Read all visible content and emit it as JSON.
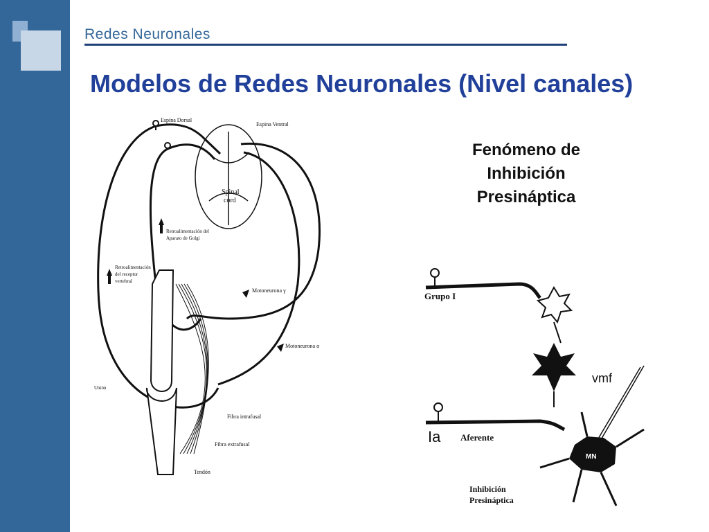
{
  "slide": {
    "header_label": "Redes Neuronales",
    "title": "Modelos de Redes Neuronales (Nivel canales)",
    "caption": {
      "line1": "Fenómeno de",
      "line2": "Inhibición",
      "line3": "Presináptica"
    }
  },
  "left_figure": {
    "espina_dorsal": "Espina Dorsal",
    "espina_ventral": "Espina Ventral",
    "spinal_cord_1": "Spinal",
    "spinal_cord_2": "cord",
    "golgi_1": "Retroalimentación del",
    "golgi_2": "Aparato de Golgi",
    "receptor_1": "Retroalimentación",
    "receptor_2": "del receptor",
    "receptor_3": "vertebral",
    "motoneurona_gamma": "Motoneurona γ",
    "motoneurona_alpha": "Motoneurona α",
    "union": "Unión",
    "fibra_intrafusal": "Fibra intrafusal",
    "fibra_extrafusal": "Fibra extrafusal",
    "tendon": "Tendón"
  },
  "right_figure": {
    "grupo_i": "Grupo I",
    "ia": "Ia",
    "aferente": "Aferente",
    "vmf": "vmf",
    "mn": "MN",
    "inhib_1": "Inhibición",
    "inhib_2": "Presináptica"
  },
  "colors": {
    "sidebar": "#336699",
    "title": "#21409a",
    "rule": "#1f3f78"
  }
}
